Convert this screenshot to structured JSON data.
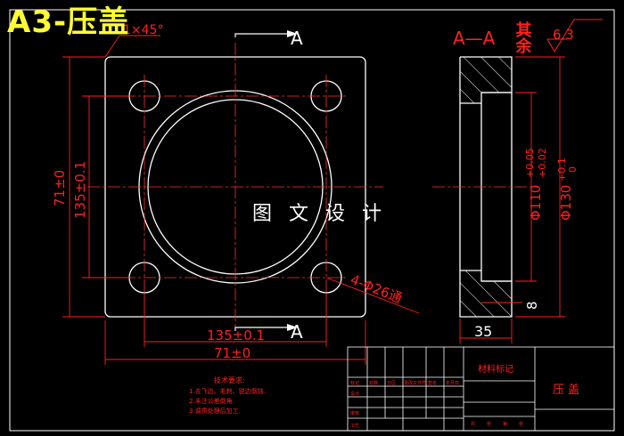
{
  "title": "A3-压盖",
  "watermark": "图 文 设 计",
  "chamfer_note": "1×45°",
  "section_labels": {
    "top": "A",
    "bottom": "A",
    "view": "A—A"
  },
  "surface_finish": {
    "text": "其余",
    "value": "6.3"
  },
  "dimensions": {
    "hole_spacing_h": "135±0.1",
    "outer_width": "71±0",
    "outer_height_v": "71±0",
    "hole_spacing_v": "135±0.1",
    "holes": "4-Φ26通",
    "bore_small": "Φ110",
    "bore_small_tol": [
      "+0.05",
      "+0.02"
    ],
    "bore_large": "Φ130",
    "bore_large_tol": [
      "+0.1",
      "0"
    ],
    "thickness": "35",
    "step": "8"
  },
  "tech_requirements": {
    "heading": "技术要求:",
    "items": [
      "1.去飞边、毛刺、锐边倒钝.",
      "2.未注公差倒角.",
      "3.调质处理后加工."
    ]
  },
  "title_block": {
    "material_mark": "材料标记",
    "part_name": "压 盖",
    "header_cells": [
      "标记",
      "处数",
      "分区",
      "更改文件号",
      "签名",
      "年月日"
    ],
    "row_labels": [
      "设计",
      "审核",
      "工艺"
    ],
    "bottom_cells": [
      "共",
      "张",
      "第",
      "张"
    ]
  },
  "colors": {
    "outline": "#ffffff",
    "dimension": "#ff2020",
    "title": "#ffff33",
    "background": "#000000"
  }
}
